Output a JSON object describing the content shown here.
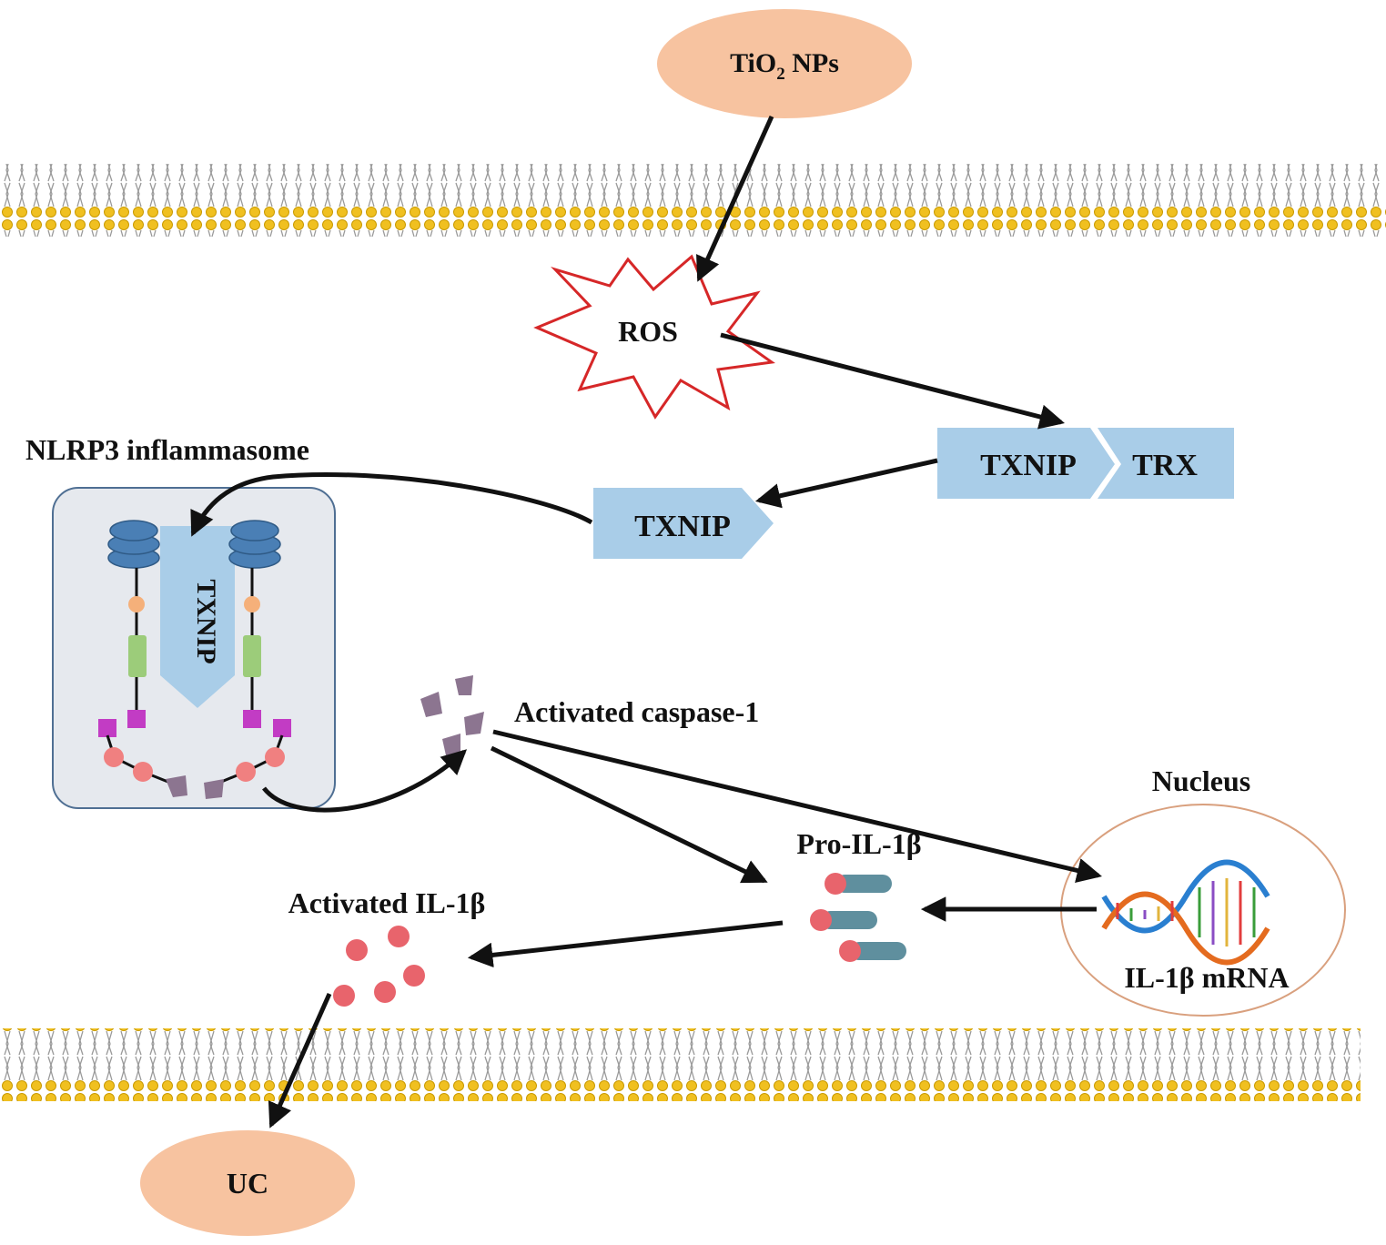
{
  "colors": {
    "peach": "#f7c3a0",
    "box_blue": "#a9cde8",
    "arrow": "#111111",
    "membrane_head": "#f0c020",
    "membrane_tail": "#9a9a9a",
    "ros_stroke": "#d62728",
    "inflammasome_bg": "#e6e9ee",
    "nlrp3_blue": "#4a7fb5",
    "orange_dot": "#f5b07a",
    "green_bar": "#9ccc7a",
    "magenta_sq": "#c23cc4",
    "salmon_dot": "#f08080",
    "caspase_mauve": "#8c7590",
    "pro_il_bar": "#5f8f9e",
    "il_dot": "#e8646c",
    "nucleus_stroke": "#d9a07e"
  },
  "labels": {
    "tio2_main": "TiO",
    "tio2_sub": "2",
    "tio2_rest": " NPs",
    "ros": "ROS",
    "txnip_bound": "TXNIP",
    "trx": "TRX",
    "txnip_free": "TXNIP",
    "nlrp3_title": "NLRP3 inflammasome",
    "txnip_vertical": "TXNIP",
    "activated_caspase": "Activated caspase-1",
    "nucleus": "Nucleus",
    "pro_il": "Pro-IL-1β",
    "activated_il": "Activated IL-1β",
    "il_mrna": "IL-1β mRNA",
    "uc": "UC"
  },
  "icons": {
    "dna": "dna-helix-icon",
    "membrane": "phospholipid-bilayer-icon",
    "ros": "burst-star-icon"
  }
}
